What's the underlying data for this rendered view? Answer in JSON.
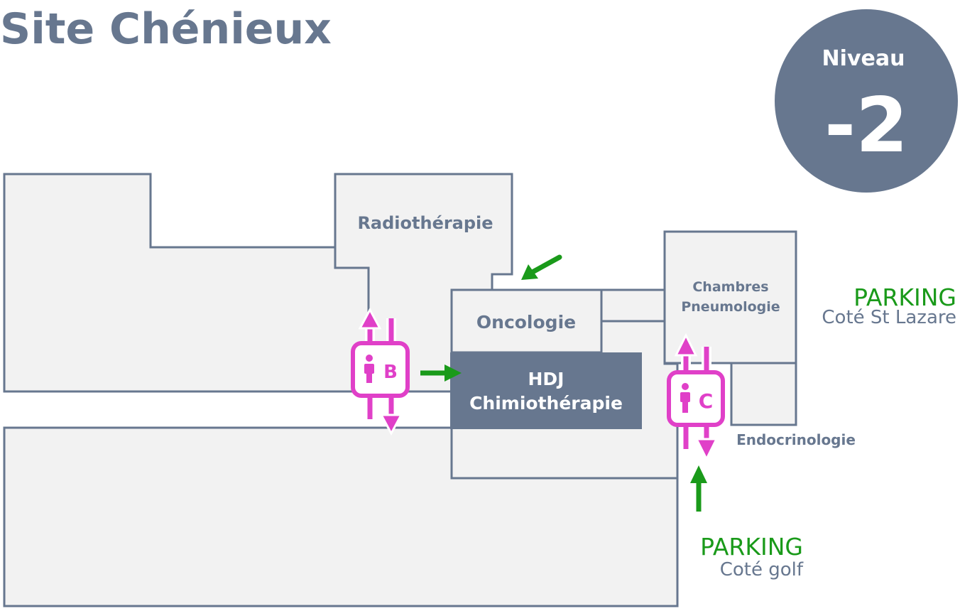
{
  "title": "Site Chénieux",
  "level": {
    "label": "Niveau",
    "value": "-2"
  },
  "rooms": {
    "radiotherapie": "Radiothérapie",
    "oncologie": "Oncologie",
    "hdj_line1": "HDJ",
    "hdj_line2": "Chimiothérapie",
    "chambres_line1": "Chambres",
    "chambres_line2": "Pneumologie",
    "endocrinologie": "Endocrinologie"
  },
  "elevators": [
    {
      "letter": "B"
    },
    {
      "letter": "C"
    }
  ],
  "parkings": [
    {
      "title": "PARKING",
      "subtitle": "Coté St Lazare"
    },
    {
      "title": "PARKING",
      "subtitle": "Coté golf"
    }
  ],
  "colors": {
    "building": "#67778f",
    "floor": "#f2f2f2",
    "elevator": "#e040c8",
    "entrance_arrow": "#1a9a1a",
    "highlight_room": "#67778f"
  },
  "icons": [
    "elevator-icon",
    "person-icon",
    "entrance-arrow-icon"
  ]
}
